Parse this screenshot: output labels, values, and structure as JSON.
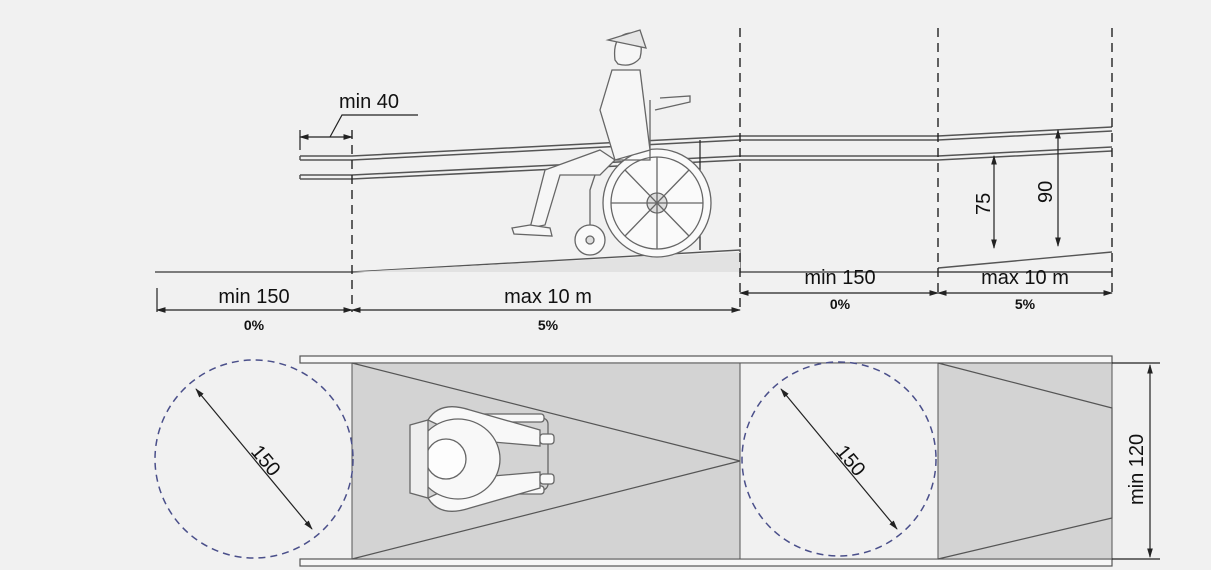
{
  "elevation": {
    "handrail_extension": "min 40",
    "landing_start_length": "min 150",
    "landing_start_slope": "0%",
    "ramp1_length": "max 10 m",
    "ramp1_slope": "5%",
    "landing_mid_length": "min 150",
    "landing_mid_slope": "0%",
    "ramp2_length": "max 10 m",
    "ramp2_slope": "5%",
    "lower_rail_height": "75",
    "upper_rail_height": "90"
  },
  "plan": {
    "turning_circle_1": "150",
    "turning_circle_2": "150",
    "ramp_width": "min 120"
  },
  "colors": {
    "background": "#f1f1f1",
    "ramp_fill": "#d3d3d3",
    "circle_dash": "#4a4f8a",
    "line": "#222222"
  }
}
